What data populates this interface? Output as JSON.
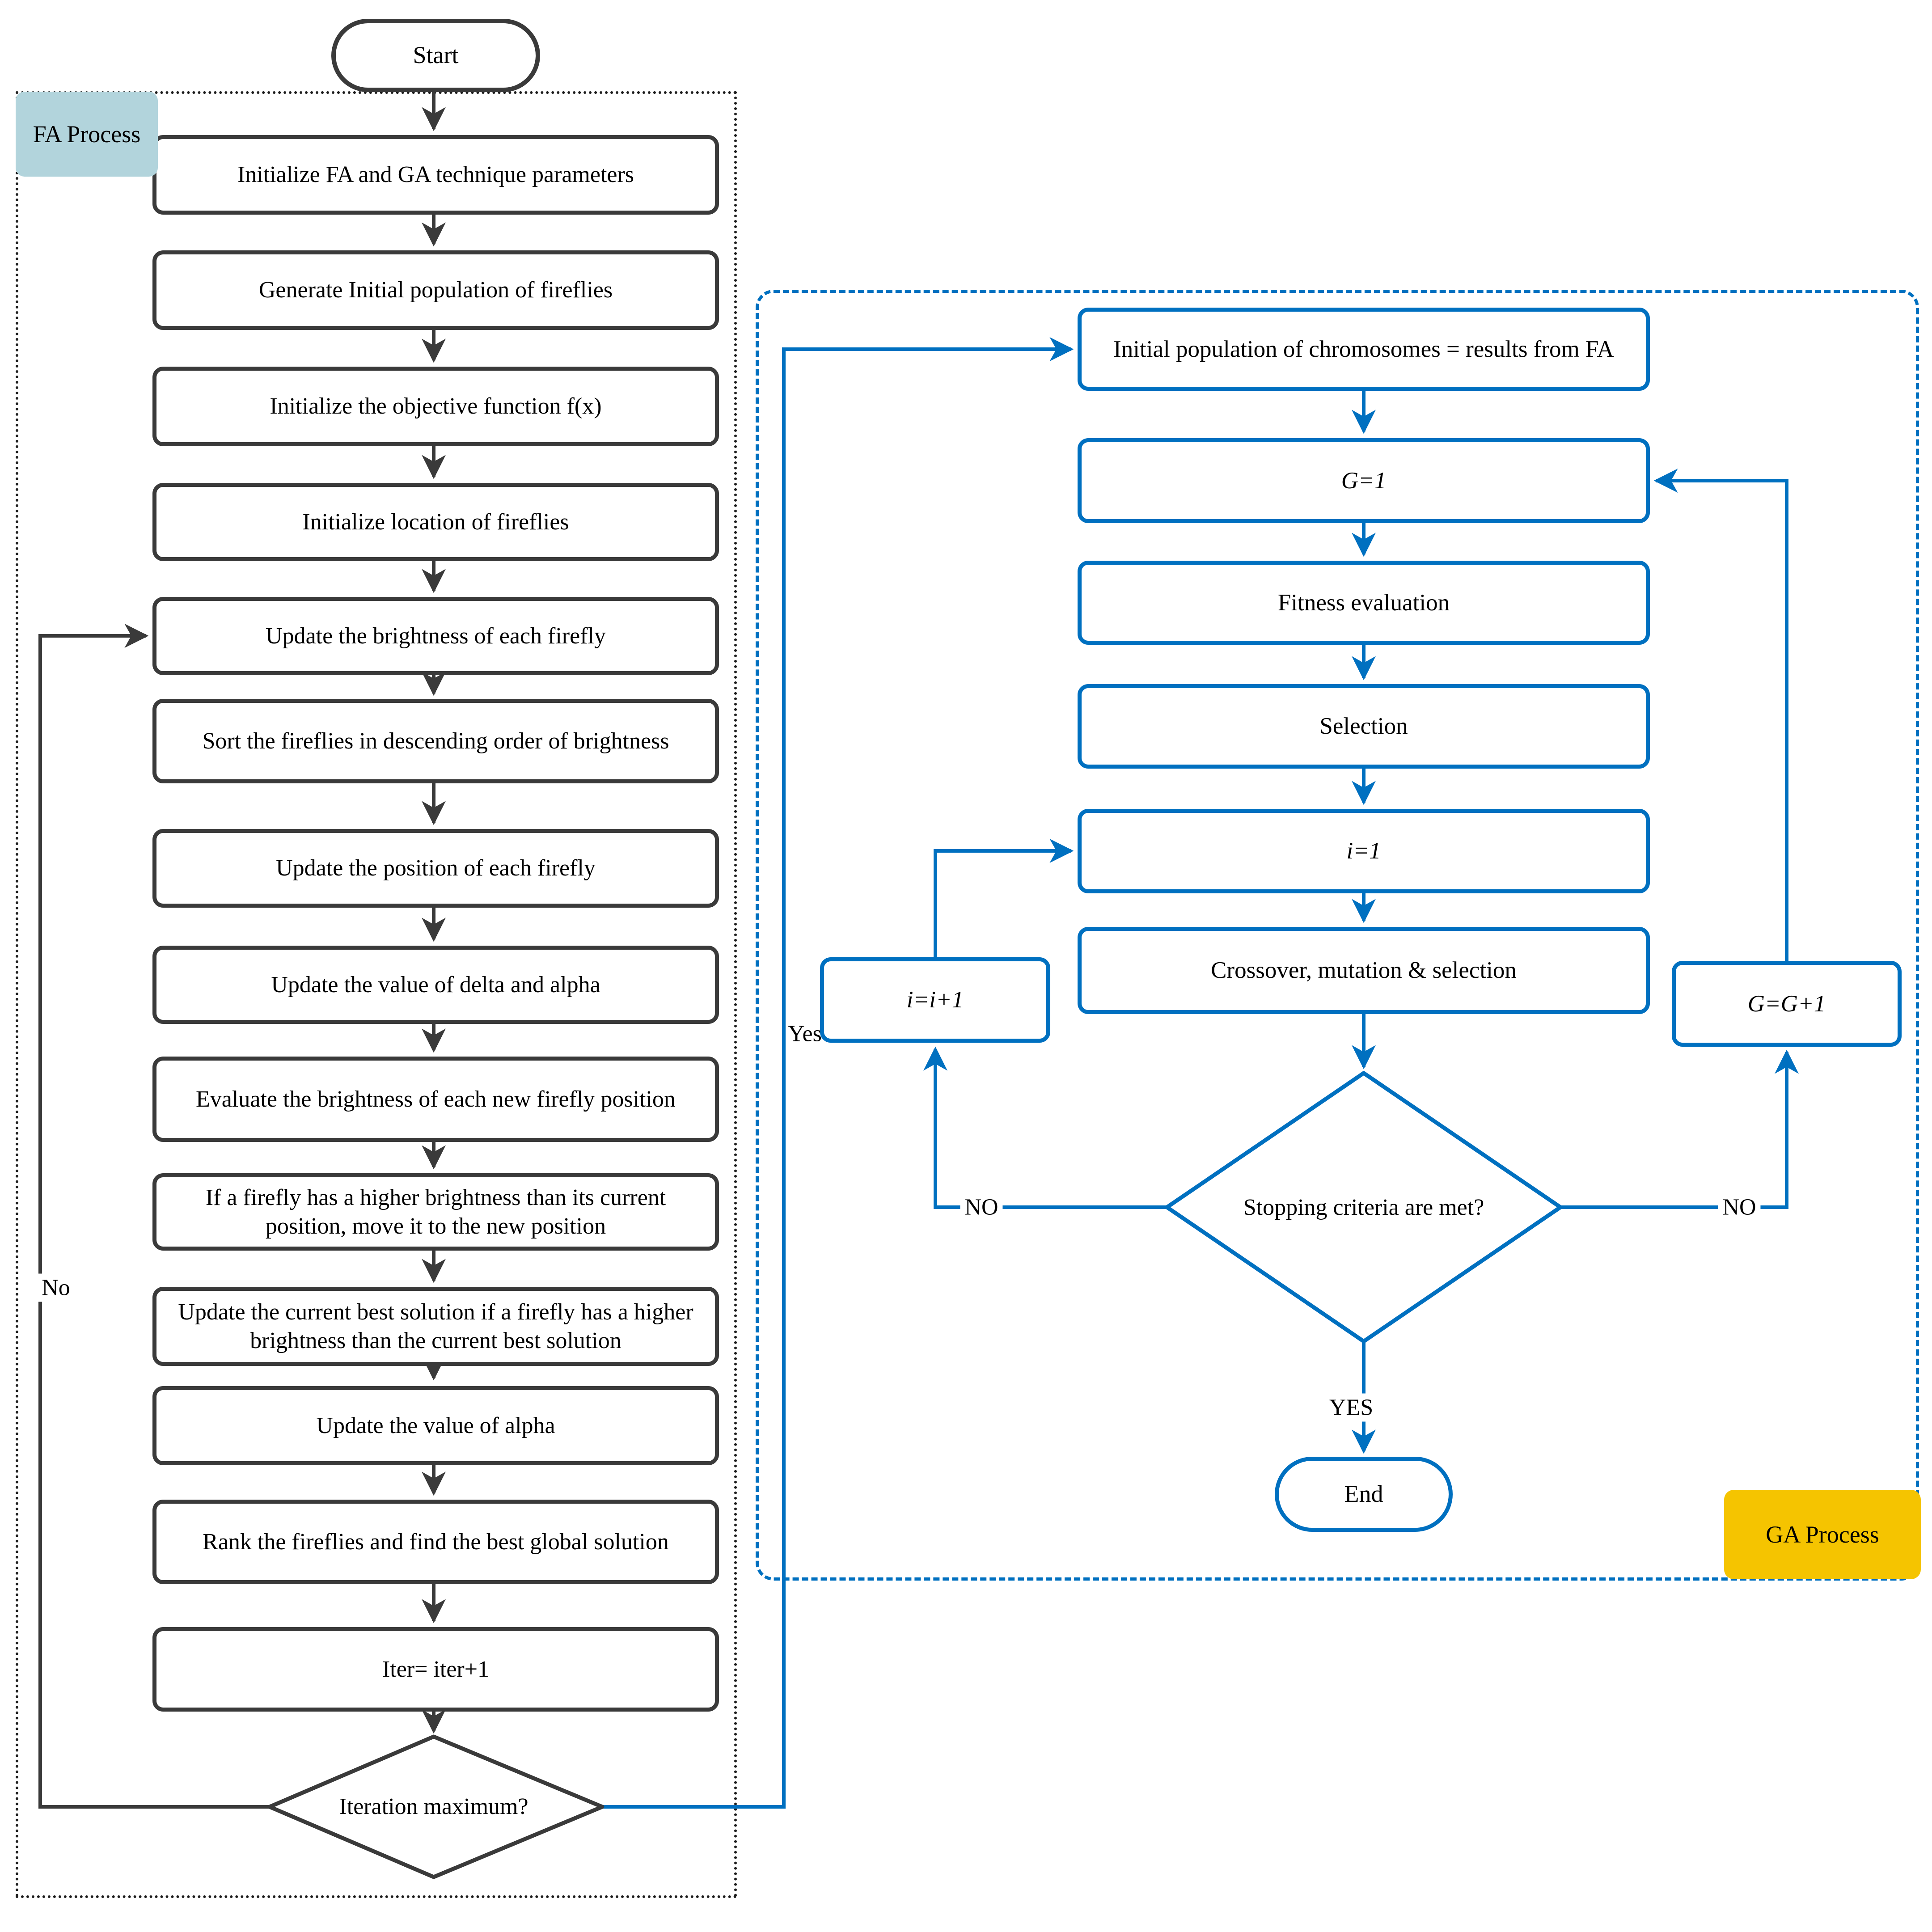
{
  "fa": {
    "label": "FA Process",
    "start_label": "Start",
    "steps": [
      "Initialize FA and GA technique parameters",
      "Generate Initial population of fireflies",
      "Initialize the objective function f(x)",
      "Initialize location of fireflies",
      "Update the brightness of each firefly",
      "Sort the fireflies in descending order of brightness",
      "Update the position of each firefly",
      "Update the value of delta and alpha",
      "Evaluate the brightness of each new firefly position",
      "If a firefly has a higher brightness than its current position, move it to the new position",
      "Update the current best solution if a firefly has a higher brightness than the current best solution",
      "Update the value of alpha",
      "Rank the fireflies and find the best global solution",
      "Iter= iter+1"
    ],
    "decision_label": "Iteration maximum?",
    "no_label": "No",
    "yes_label": "Yes"
  },
  "ga": {
    "label": "GA Process",
    "steps": [
      "Initial population of chromosomes = results from FA",
      "G=1",
      "Fitness evaluation",
      "Selection",
      "i=1",
      "Crossover, mutation & selection"
    ],
    "decision_label": "Stopping criteria are met?",
    "no_left_label": "NO",
    "no_right_label": "NO",
    "yes_label": "YES",
    "i_increment_label": "i=i+1",
    "g_increment_label": "G=G+1",
    "end_label": "End"
  },
  "colors": {
    "flow_blue": "#0070C0",
    "flow_dark": "#3A3A3A",
    "fa_tag_bg": "#B2D4DC",
    "ga_tag_bg": "#F5C400"
  }
}
